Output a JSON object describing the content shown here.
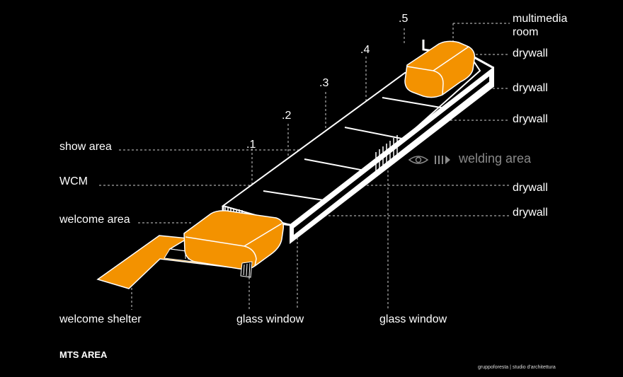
{
  "labels": {
    "show_area": "show area",
    "wcm": "WCM",
    "welcome_area": "welcome area",
    "welcome_shelter": "welcome shelter",
    "glass_window_1": "glass window",
    "glass_window_2": "glass window",
    "multimedia_room": [
      "multimedia",
      "room"
    ],
    "drywall_1": "drywall",
    "drywall_2": "drywall",
    "drywall_3": "drywall",
    "drywall_4": "drywall",
    "drywall_5": "drywall",
    "welding_area": "welding area"
  },
  "section_numbers": [
    ".1",
    ".2",
    ".3",
    ".4",
    ".5"
  ],
  "footer": {
    "title": "MTS AREA",
    "credit": "gruppoforesta | studio d'architettura"
  },
  "colors": {
    "background": "#000000",
    "accent": "#f39200",
    "line": "#ffffff",
    "muted": "#8a8a8a"
  },
  "icons": [
    "eye-icon",
    "arrow-stripes-icon"
  ]
}
